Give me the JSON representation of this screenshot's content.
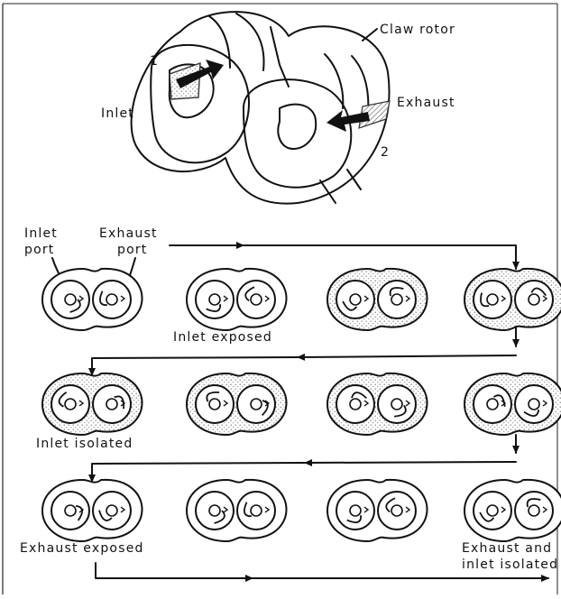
{
  "colors": {
    "ink": "#111111",
    "paper": "#ffffff",
    "stipple": "#9a9a9a"
  },
  "top_figure": {
    "label_1": "1",
    "label_2": "2",
    "inlet": "Inlet",
    "exhaust": "Exhaust",
    "claw_rotor": "Claw rotor"
  },
  "sequence": {
    "inlet_port_line1": "Inlet",
    "inlet_port_line2": "port",
    "exhaust_port_line1": "Exhaust",
    "exhaust_port_line2": "port",
    "captions": {
      "inlet_exposed": "Inlet exposed",
      "inlet_isolated": "Inlet isolated",
      "exhaust_exposed": "Exhaust exposed",
      "exhaust_and_inlet_line1": "Exhaust and",
      "exhaust_and_inlet_line2": "inlet isolated"
    }
  }
}
